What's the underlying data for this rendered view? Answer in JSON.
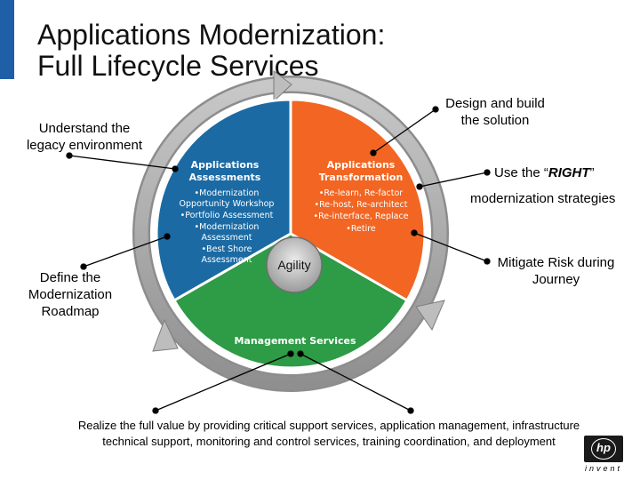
{
  "title": {
    "line1": "Applications Modernization:",
    "line2": "Full Lifecycle Services"
  },
  "segments": {
    "assessments": {
      "heading1": "Applications",
      "heading2": "Assessments",
      "items": [
        "•Modernization",
        "Opportunity Workshop",
        "•Portfolio Assessment",
        "•Modernization",
        "Assessment",
        "•Best Shore",
        "Assessment"
      ],
      "color": "#1b6aa3"
    },
    "transformation": {
      "heading1": "Applications",
      "heading2": "Transformation",
      "items": [
        "•Re-learn, Re-factor",
        "•Re-host, Re-architect",
        "•Re-interface, Replace",
        "•Retire"
      ],
      "color": "#f26522"
    },
    "management": {
      "heading": "Management Services",
      "color": "#2e9b46"
    }
  },
  "hub": {
    "label": "Agility"
  },
  "callouts": {
    "understand": {
      "line1": "Understand the",
      "line2": "legacy environment"
    },
    "define": {
      "line1": "Define the",
      "line2": "Modernization",
      "line3": "Roadmap"
    },
    "design": {
      "line1": "Design and build",
      "line2": "the solution"
    },
    "use_right": {
      "prefix": "Use the “",
      "emphasis": "RIGHT",
      "suffix": "”",
      "line2": "modernization strategies"
    },
    "mitigate": {
      "line1": "Mitigate Risk during",
      "line2": "Journey"
    }
  },
  "footer": {
    "line1": "Realize the full value by providing critical support services, application management, infrastructure",
    "line2": "technical support, monitoring and control services, training coordination, and deployment"
  },
  "logo": {
    "mark": "hp",
    "tagline": "invent"
  }
}
